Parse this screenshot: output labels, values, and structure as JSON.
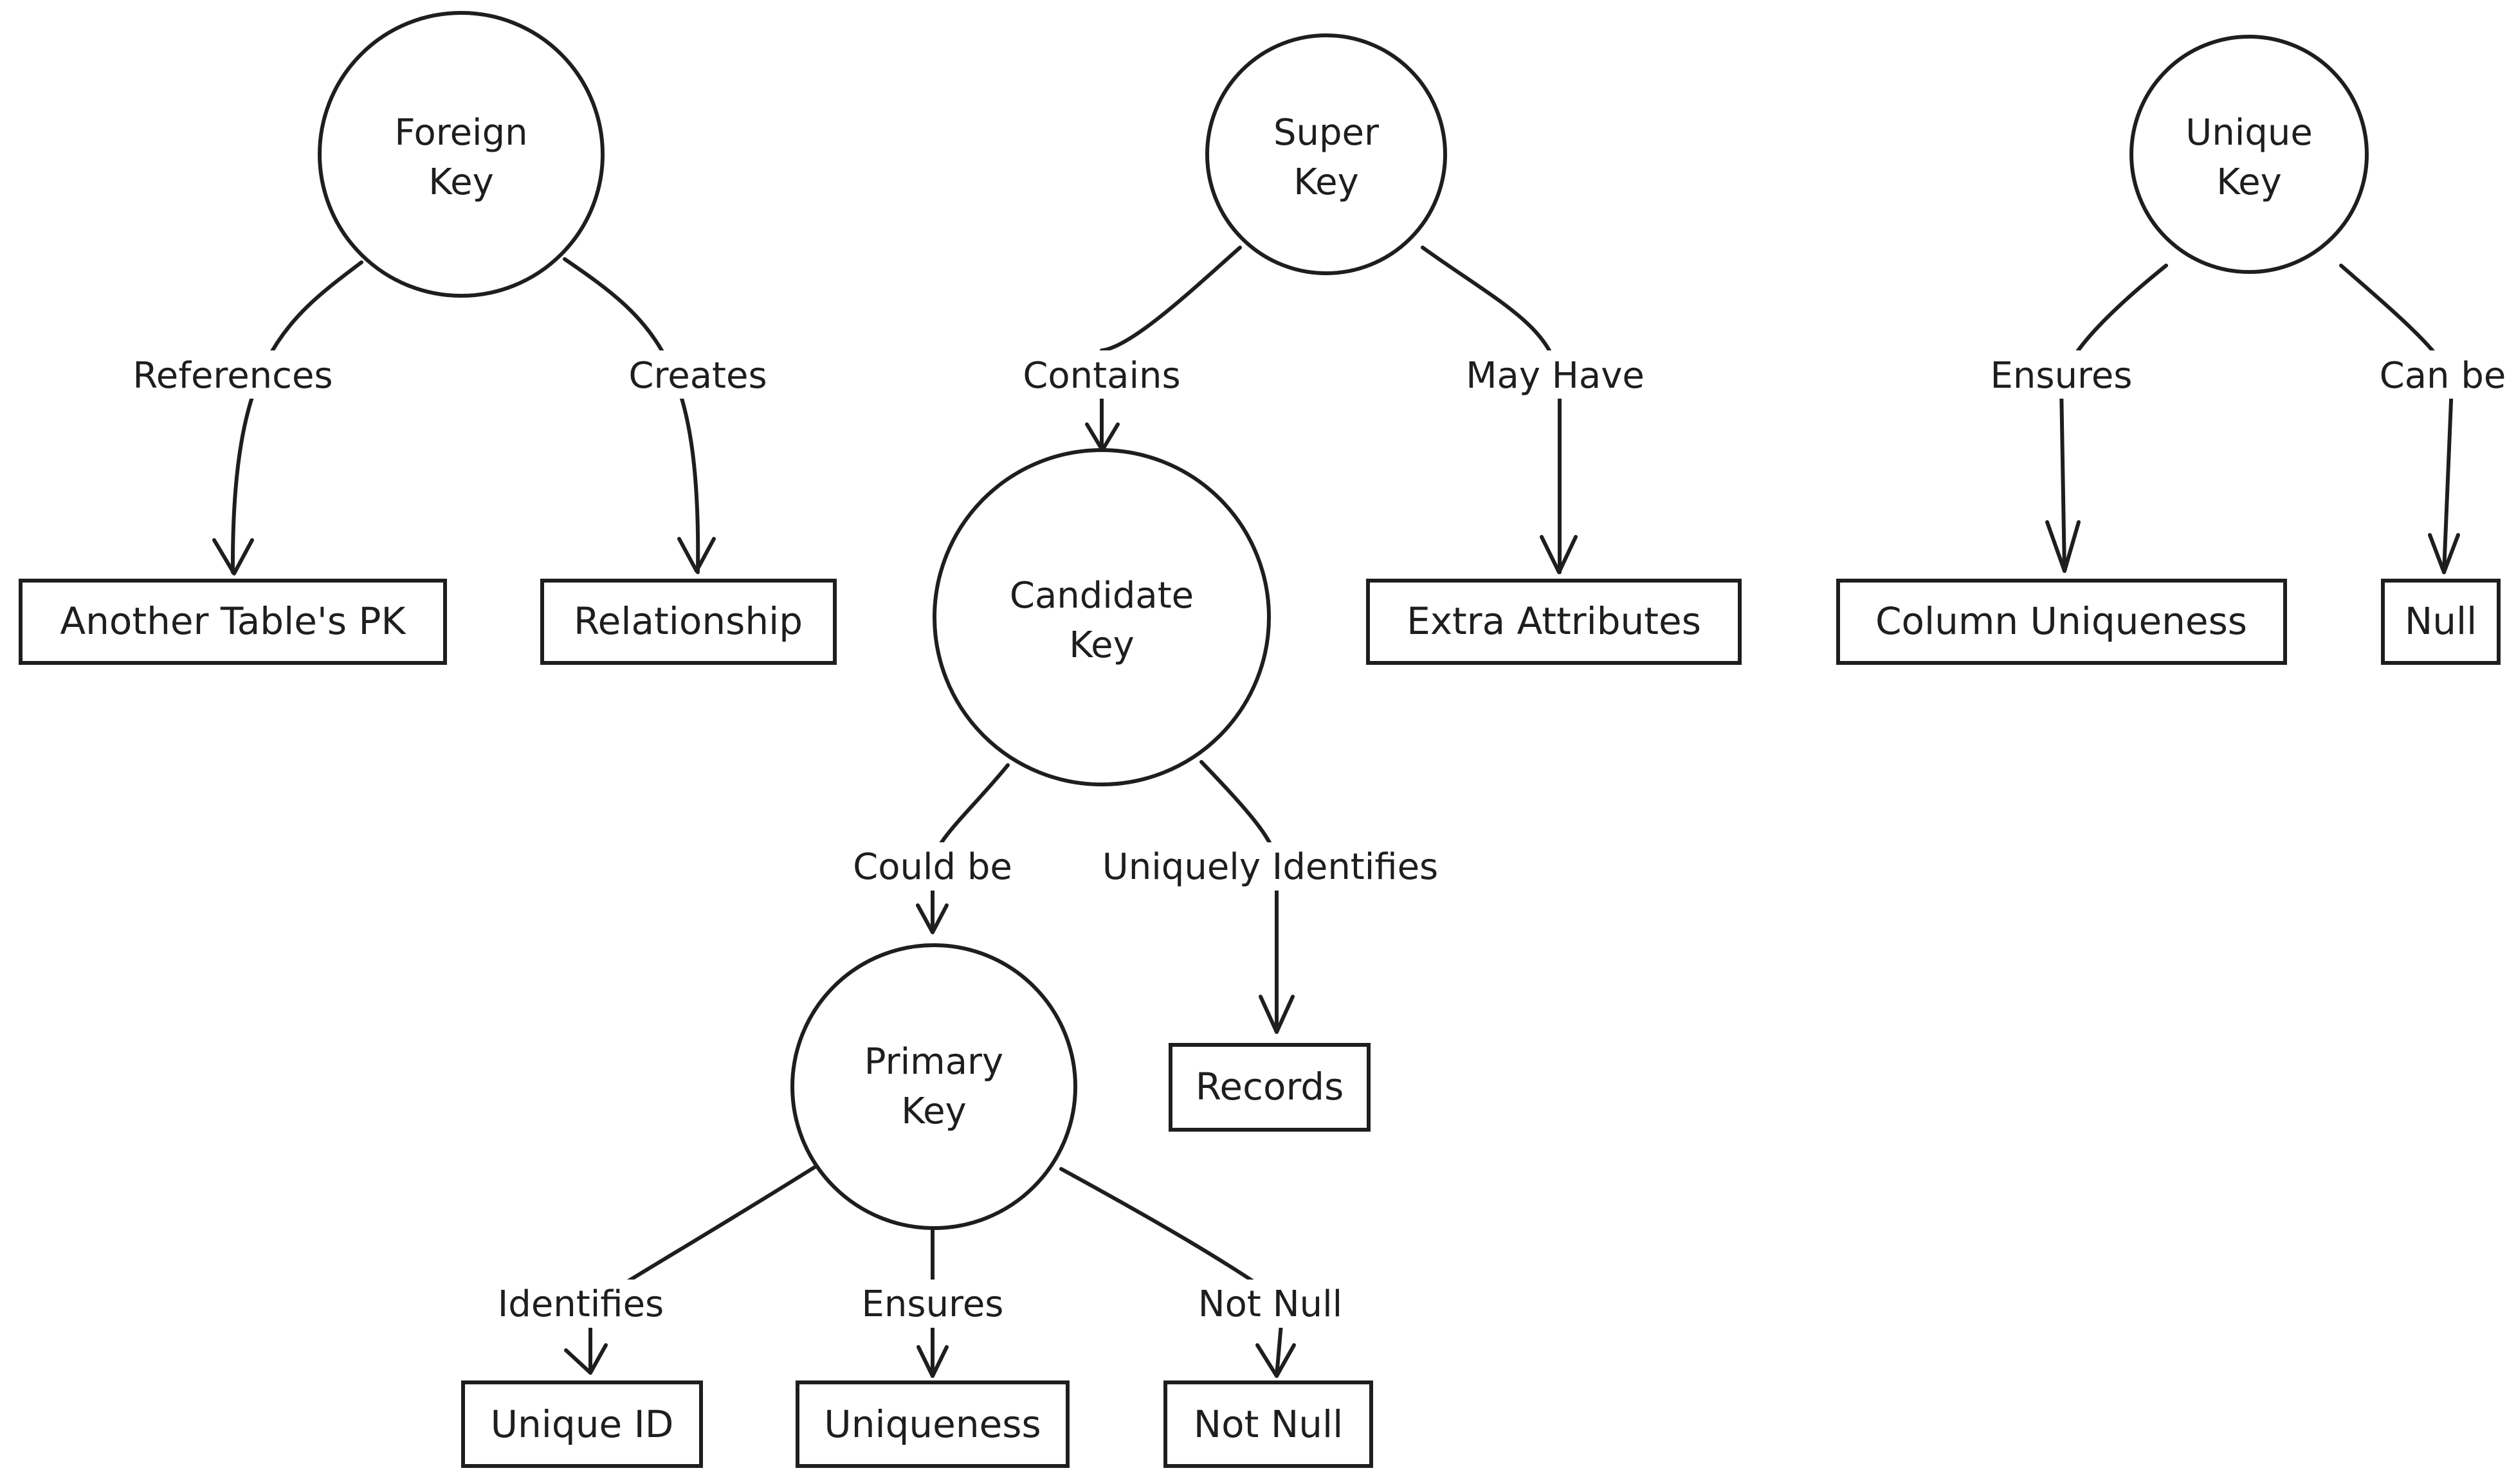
{
  "diagram": {
    "nodes": {
      "foreign_key": {
        "line1": "Foreign",
        "line2": "Key"
      },
      "super_key": {
        "line1": "Super",
        "line2": "Key"
      },
      "unique_key": {
        "line1": "Unique",
        "line2": "Key"
      },
      "candidate_key": {
        "line1": "Candidate",
        "line2": "Key"
      },
      "primary_key": {
        "line1": "Primary",
        "line2": "Key"
      },
      "another_tables_pk": {
        "label": "Another Table's PK"
      },
      "relationship": {
        "label": "Relationship"
      },
      "extra_attributes": {
        "label": "Extra Attributes"
      },
      "column_uniqueness": {
        "label": "Column Uniqueness"
      },
      "null": {
        "label": "Null"
      },
      "records": {
        "label": "Records"
      },
      "unique_id": {
        "label": "Unique ID"
      },
      "uniqueness": {
        "label": "Uniqueness"
      },
      "not_null": {
        "label": "Not Null"
      }
    },
    "edges": {
      "references": {
        "from": "Foreign Key",
        "to": "Another Table's PK",
        "label": "References"
      },
      "creates": {
        "from": "Foreign Key",
        "to": "Relationship",
        "label": "Creates"
      },
      "contains": {
        "from": "Super Key",
        "to": "Candidate Key",
        "label": "Contains"
      },
      "may_have": {
        "from": "Super Key",
        "to": "Extra Attributes",
        "label": "May Have"
      },
      "ensures_unique": {
        "from": "Unique Key",
        "to": "Column Uniqueness",
        "label": "Ensures"
      },
      "can_be": {
        "from": "Unique Key",
        "to": "Null",
        "label": "Can be"
      },
      "could_be": {
        "from": "Candidate Key",
        "to": "Primary Key",
        "label": "Could be"
      },
      "uniquely_identifies": {
        "from": "Candidate Key",
        "to": "Records",
        "label": "Uniquely Identifies"
      },
      "identifies": {
        "from": "Primary Key",
        "to": "Unique ID",
        "label": "Identifies"
      },
      "ensures_primary": {
        "from": "Primary Key",
        "to": "Uniqueness",
        "label": "Ensures"
      },
      "not_null_edge": {
        "from": "Primary Key",
        "to": "Not Null",
        "label": "Not Null"
      }
    }
  }
}
